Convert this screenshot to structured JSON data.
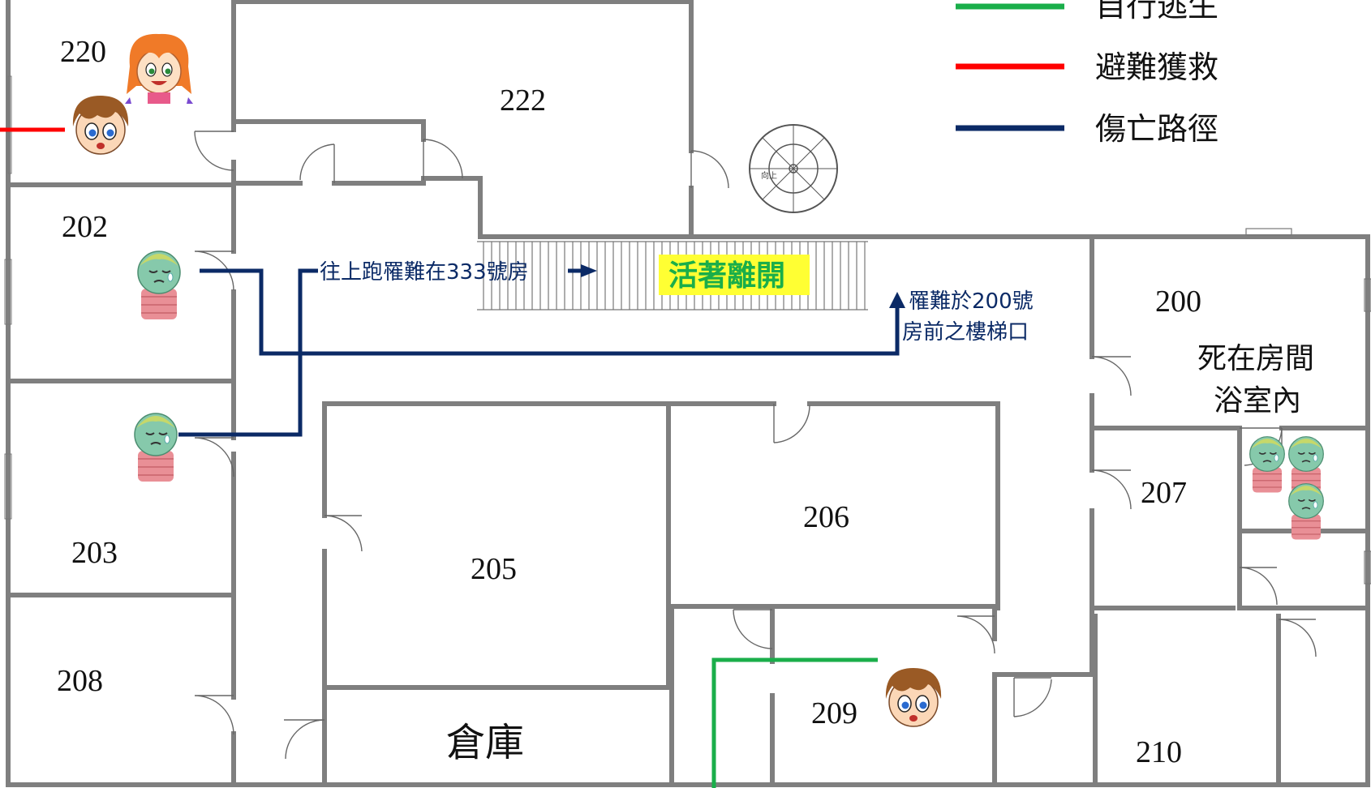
{
  "legend": {
    "items": [
      {
        "label": "自行逃生",
        "color": "#1aae4a"
      },
      {
        "label": "避難獲救",
        "color": "#ff0000"
      },
      {
        "label": "傷亡路徑",
        "color": "#0b2a66"
      }
    ]
  },
  "rooms": {
    "r220": "220",
    "r222": "222",
    "r202": "202",
    "r203": "203",
    "r208": "208",
    "r205": "205",
    "r206": "206",
    "r200": "200",
    "r207": "207",
    "r209": "209",
    "r210": "210",
    "storage": "倉庫"
  },
  "annotations": {
    "upstairs": "往上跑罹難在333號房",
    "exit_label": "活著離開",
    "died_line1": "罹難於200號",
    "died_line2": "房前之樓梯口",
    "bath_line1": "死在房間",
    "bath_line2": "浴室內",
    "stair_up": "向上"
  },
  "colors": {
    "wall": "#7f7f7f",
    "route_blue": "#0b2a66",
    "route_red": "#ff0000",
    "route_green": "#1aae4a",
    "highlight": "#ffff33"
  },
  "icons": [
    "girl-face-icon",
    "boy-face-icon",
    "sick-person-icon"
  ]
}
